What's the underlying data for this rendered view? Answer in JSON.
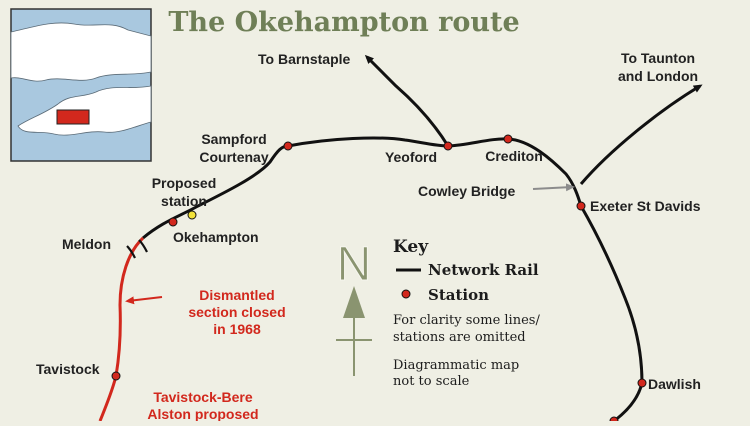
{
  "title": "The Okehampton route",
  "colors": {
    "background": "#efefe4",
    "title": "#6f7f57",
    "network_rail": "#111111",
    "dismantled": "#d2281d",
    "station_fill": "#d2281d",
    "proposed_station_fill": "#f2e23a",
    "inset_sea": "#a9c8df",
    "inset_land": "#ffffff",
    "inset_highlight": "#d2281d",
    "north_arrow": "#8a9470"
  },
  "destinations": {
    "barnstaple": "To Barnstaple",
    "taunton_line1": "To Taunton",
    "taunton_line2": "and London"
  },
  "stations": {
    "sampford_line1": "Sampford",
    "sampford_line2": "Courtenay",
    "yeoford": "Yeoford",
    "crediton": "Crediton",
    "cowley_bridge": "Cowley Bridge",
    "exeter": "Exeter St Davids",
    "proposed_line1": "Proposed",
    "proposed_line2": "station",
    "okehampton": "Okehampton",
    "meldon": "Meldon",
    "tavistock": "Tavistock",
    "dawlish": "Dawlish"
  },
  "annotations": {
    "dismantled_line1": "Dismantled",
    "dismantled_line2": "section closed",
    "dismantled_line3": "in 1968",
    "bere_line1": "Tavistock-Bere",
    "bere_line2": "Alston proposed"
  },
  "north_arrow": {
    "letter": "N",
    "icon": "north-arrow-icon"
  },
  "key": {
    "title": "Key",
    "network_rail": "Network Rail",
    "station": "Station",
    "note1_line1": "For clarity some lines/",
    "note1_line2": "stations are omitted",
    "note2_line1": "Diagrammatic map",
    "note2_line2": "not to scale"
  }
}
